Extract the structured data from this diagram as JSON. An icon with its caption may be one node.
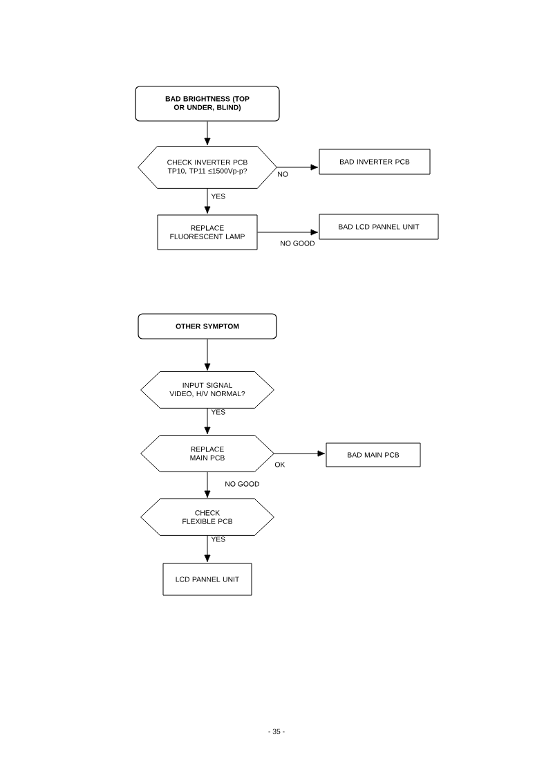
{
  "diagram": {
    "nodes": [
      {
        "text": [
          "BAD BRIGHTNESS (TOP OR UNDER, BLIND)"
        ]
      },
      {
        "text": [
          "CHECK INVERTER PCB TP10, TP11 ≤1500Vp-p?"
        ]
      },
      {
        "text": [
          "BAD INVERTER PCB"
        ]
      },
      {
        "text": [
          "REPLACE FLUORESCENT LAMP"
        ]
      },
      {
        "text": [
          "BAD LCD PANNEL UNIT"
        ]
      },
      {
        "text": [
          "OTHER SYMPTOM"
        ]
      },
      {
        "text": [
          "INPUT SIGNAL VIDEO, H/V NORMAL?"
        ]
      },
      {
        "text": [
          "REPLACE MAIN PCB"
        ]
      },
      {
        "text": [
          "BAD MAIN PCB"
        ]
      },
      {
        "text": [
          "CHECK FLEXIBLE PCB"
        ]
      },
      {
        "text": [
          "LCD PANNEL UNIT"
        ]
      }
    ],
    "edges": [
      {
        "from": 0,
        "to": 1,
        "arrow": "to"
      },
      {
        "from": 1,
        "to": 2,
        "arrow": "to",
        "label": "NO"
      },
      {
        "from": 1,
        "to": 3,
        "arrow": "to",
        "label": "YES"
      },
      {
        "from": 3,
        "to": 4,
        "arrow": "to",
        "label": "NO GOOD"
      },
      {
        "from": 5,
        "to": 6,
        "arrow": "to"
      },
      {
        "from": 6,
        "to": 7,
        "arrow": "to",
        "label": "YES"
      },
      {
        "from": 7,
        "to": 8,
        "arrow": "to",
        "label": "OK"
      },
      {
        "from": 7,
        "to": 9,
        "arrow": "to",
        "label": "NO GOOD"
      },
      {
        "from": 9,
        "to": 10,
        "arrow": "to",
        "label": "YES"
      }
    ],
    "labels": [
      "- 35 -"
    ]
  }
}
